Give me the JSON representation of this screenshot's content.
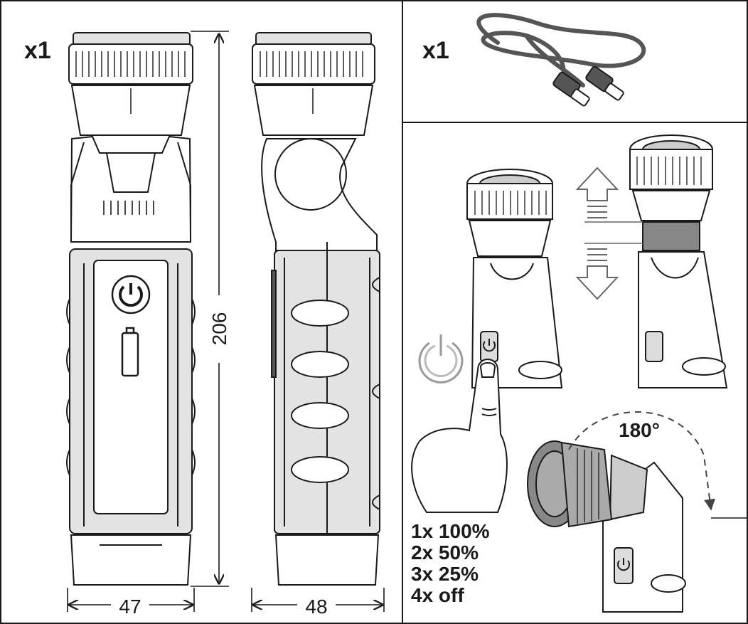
{
  "left_panel": {
    "quantity": "x1",
    "height_dim": "206",
    "front_width_dim": "47",
    "side_width_dim": "48"
  },
  "cable_panel": {
    "quantity": "x1"
  },
  "focus_panel": {},
  "modes_panel": {
    "modes": [
      "1x 100%",
      "2x 50%",
      "3x 25%",
      "4x off"
    ],
    "rotation_label": "180°"
  },
  "colors": {
    "outline": "#1a1a1a",
    "body_gray": "#e3e3e3",
    "lens_gray": "#8c8c8c",
    "cable_gray": "#555555",
    "focus_band": "#888888"
  }
}
